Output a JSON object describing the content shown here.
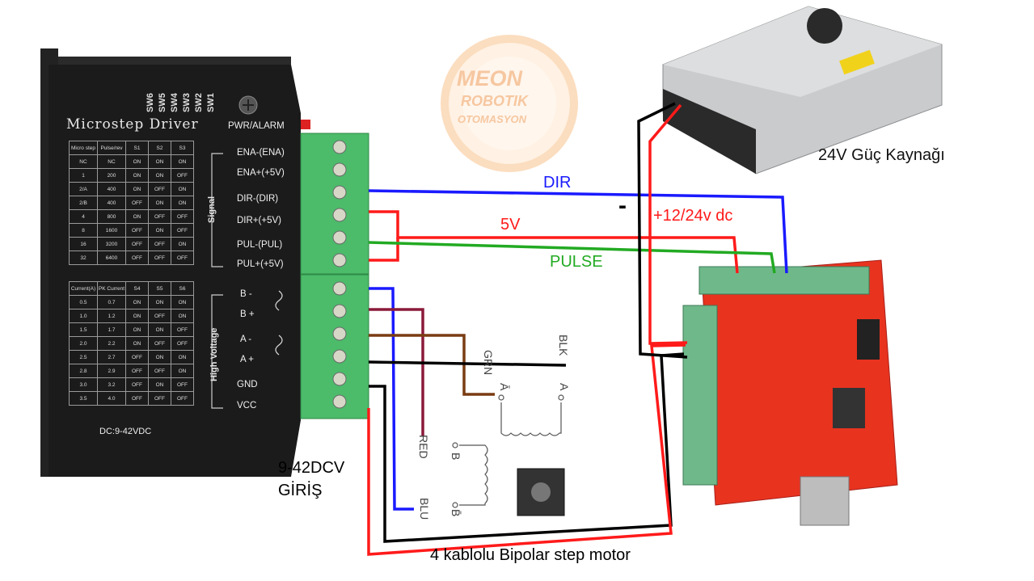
{
  "watermark": {
    "line1": "MEON",
    "line2": "ROBOTIK",
    "line3": "OTOMASYON"
  },
  "driver": {
    "title": "Microstep Driver",
    "pwr": "PWR/ALARM",
    "switches": [
      "SW6",
      "SW5",
      "SW4",
      "SW3",
      "SW2",
      "SW1"
    ],
    "signal_label": "Signal",
    "hv_label": "High Voltage",
    "signal_pins": [
      "ENA-(ENA)",
      "ENA+(+5V)",
      "DIR-(DIR)",
      "DIR+(+5V)",
      "PUL-(PUL)",
      "PUL+(+5V)"
    ],
    "power_pins": [
      "B -",
      "B +",
      "A -",
      "A +",
      "GND",
      "VCC"
    ],
    "dc_range": "DC:9-42VDC",
    "micro_table": {
      "headers": [
        "Micro step",
        "Pulse/rev",
        "S1",
        "S2",
        "S3"
      ],
      "rows": [
        [
          "NC",
          "NC",
          "ON",
          "ON",
          "ON"
        ],
        [
          "1",
          "200",
          "ON",
          "ON",
          "OFF"
        ],
        [
          "2/A",
          "400",
          "ON",
          "OFF",
          "ON"
        ],
        [
          "2/B",
          "400",
          "OFF",
          "ON",
          "ON"
        ],
        [
          "4",
          "800",
          "ON",
          "OFF",
          "OFF"
        ],
        [
          "8",
          "1600",
          "OFF",
          "ON",
          "OFF"
        ],
        [
          "16",
          "3200",
          "OFF",
          "OFF",
          "ON"
        ],
        [
          "32",
          "6400",
          "OFF",
          "OFF",
          "OFF"
        ]
      ]
    },
    "current_table": {
      "headers": [
        "Current(A)",
        "PK Current",
        "S4",
        "S5",
        "S6"
      ],
      "rows": [
        [
          "0.5",
          "0.7",
          "ON",
          "ON",
          "ON"
        ],
        [
          "1.0",
          "1.2",
          "ON",
          "OFF",
          "ON"
        ],
        [
          "1.5",
          "1.7",
          "ON",
          "ON",
          "OFF"
        ],
        [
          "2.0",
          "2.2",
          "ON",
          "OFF",
          "OFF"
        ],
        [
          "2.5",
          "2.7",
          "OFF",
          "ON",
          "ON"
        ],
        [
          "2.8",
          "2.9",
          "OFF",
          "OFF",
          "ON"
        ],
        [
          "3.0",
          "3.2",
          "OFF",
          "ON",
          "OFF"
        ],
        [
          "3.5",
          "4.0",
          "OFF",
          "OFF",
          "OFF"
        ]
      ]
    }
  },
  "labels": {
    "psu": "24V Güç Kaynağı",
    "dir": "DIR",
    "five_v": "5V",
    "pulse": "PULSE",
    "minus": "-",
    "supply": "+12/24v dc",
    "input_line1": "9-42DCV",
    "input_line2": "GİRİŞ",
    "motor": "4 kablolu Bipolar step motor",
    "grn": "GRN",
    "blk": "BLK",
    "red": "RED",
    "blu": "BLU",
    "a_bar": "Ā",
    "a": "A",
    "b": "B",
    "b_bar": "B̄"
  },
  "colors": {
    "dir_wire": "#1a1aff",
    "five_v_wire": "#ff1a1a",
    "pulse_wire": "#22aa22",
    "gnd_wire": "#000000",
    "a_minus_wire": "#7a3c12",
    "b_plus_wire": "#8b1a3a",
    "driver_body": "#1a1a1a",
    "terminal_green": "#4cbb6a",
    "board_red": "#e8331f"
  }
}
